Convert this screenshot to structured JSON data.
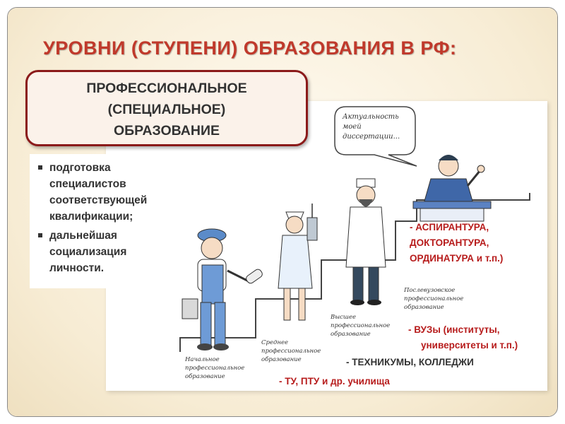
{
  "title": "УРОВНИ (СТУПЕНИ) ОБРАЗОВАНИЯ В РФ:",
  "box": {
    "line1": "ПРОФЕССИОНАЛЬНОЕ",
    "line2": "(СПЕЦИАЛЬНОЕ)",
    "line3": "ОБРАЗОВАНИЕ"
  },
  "bullets": [
    {
      "lines": [
        "подготовка",
        "специалистов",
        "соответствующей",
        "квалификации;"
      ]
    },
    {
      "lines": [
        "дальнейшая",
        "социализация",
        "личности."
      ]
    }
  ],
  "speech_bubble": [
    "Актуальность",
    "моей",
    "диссертации..."
  ],
  "stairs": {
    "step1": [
      "Начальное",
      "профессиональное",
      "образование"
    ],
    "step2": [
      "Среднее",
      "профессиональное",
      "образование"
    ],
    "step3": [
      "Высшее",
      "профессиональное",
      "образование"
    ],
    "step4": [
      "Послевузовское",
      "профессиональное",
      "образование"
    ]
  },
  "levels": {
    "postgrad": [
      "- АСПИРАНТУРА,",
      "ДОКТОРАНТУРА,",
      "ОРДИНАТУРА и т.п.)"
    ],
    "higher": [
      "- ВУЗы (институты,",
      "университеты и т.п.)"
    ],
    "secondary": "- ТЕХНИКУМЫ, КОЛЛЕДЖИ",
    "initial": "- ТУ, ПТУ и др. училища"
  },
  "colors": {
    "title": "#c0392b",
    "box_border": "#8b1a1a",
    "accent_red": "#b71c1c"
  },
  "icons": [
    "worker-figure-icon",
    "nurse-figure-icon",
    "doctor-figure-icon",
    "lecturer-figure-icon",
    "speech-bubble-icon"
  ]
}
